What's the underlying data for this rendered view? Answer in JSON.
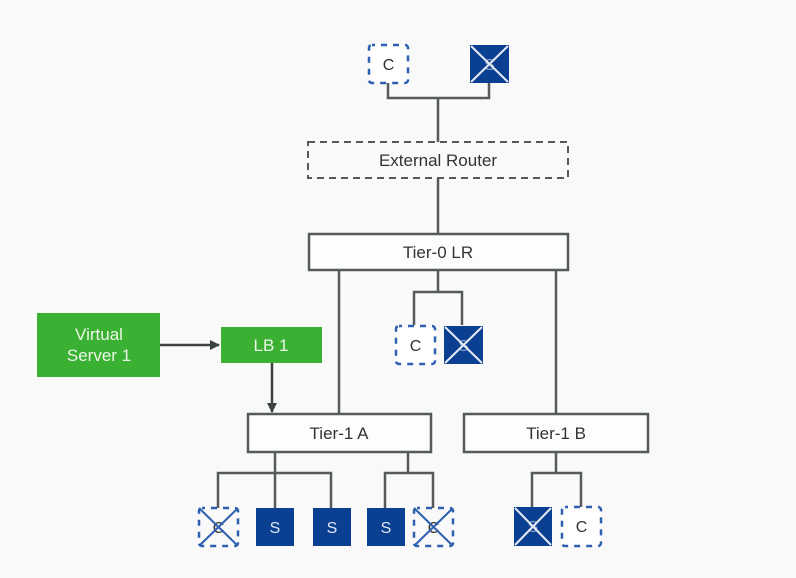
{
  "diagram": {
    "nodes": {
      "external_router": {
        "label": "External Router",
        "style": "dashed"
      },
      "tier0": {
        "label": "Tier-0 LR",
        "style": "solid"
      },
      "tier1a": {
        "label": "Tier-1 A",
        "style": "solid"
      },
      "tier1b": {
        "label": "Tier-1 B",
        "style": "solid"
      },
      "virtual_server": {
        "label_line1": "Virtual",
        "label_line2": "Server 1",
        "color": "#3bb134"
      },
      "lb1": {
        "label": "LB 1",
        "color": "#3bb134"
      }
    },
    "icon_labels": {
      "c": "C",
      "s": "S"
    },
    "colors": {
      "segment_blue": "#0b3f91",
      "line_grey": "#555b5b",
      "green": "#3bb134",
      "background": "#f9f9f9"
    },
    "groups": [
      {
        "attached_to": "External Router",
        "items": [
          {
            "type": "C",
            "state": "dashed"
          },
          {
            "type": "S",
            "state": "disabled"
          }
        ]
      },
      {
        "attached_to": "Tier-0 LR",
        "items": [
          {
            "type": "C",
            "state": "dashed"
          },
          {
            "type": "S",
            "state": "disabled"
          }
        ]
      },
      {
        "attached_to": "Tier-1 A",
        "items": [
          {
            "type": "C",
            "state": "disabled"
          },
          {
            "type": "S",
            "state": "active"
          },
          {
            "type": "S",
            "state": "active"
          },
          {
            "type": "S",
            "state": "active"
          },
          {
            "type": "C",
            "state": "disabled"
          }
        ]
      },
      {
        "attached_to": "Tier-1 B",
        "items": [
          {
            "type": "S",
            "state": "disabled"
          },
          {
            "type": "C",
            "state": "dashed"
          }
        ]
      }
    ],
    "edges": [
      {
        "from": "Virtual Server 1",
        "to": "LB 1",
        "arrow": true
      },
      {
        "from": "LB 1",
        "to": "Tier-1 A",
        "arrow": true
      },
      {
        "from": "External Router",
        "to": "Tier-0 LR"
      },
      {
        "from": "Tier-0 LR",
        "to": "Tier-1 A"
      },
      {
        "from": "Tier-0 LR",
        "to": "Tier-1 B"
      }
    ]
  }
}
